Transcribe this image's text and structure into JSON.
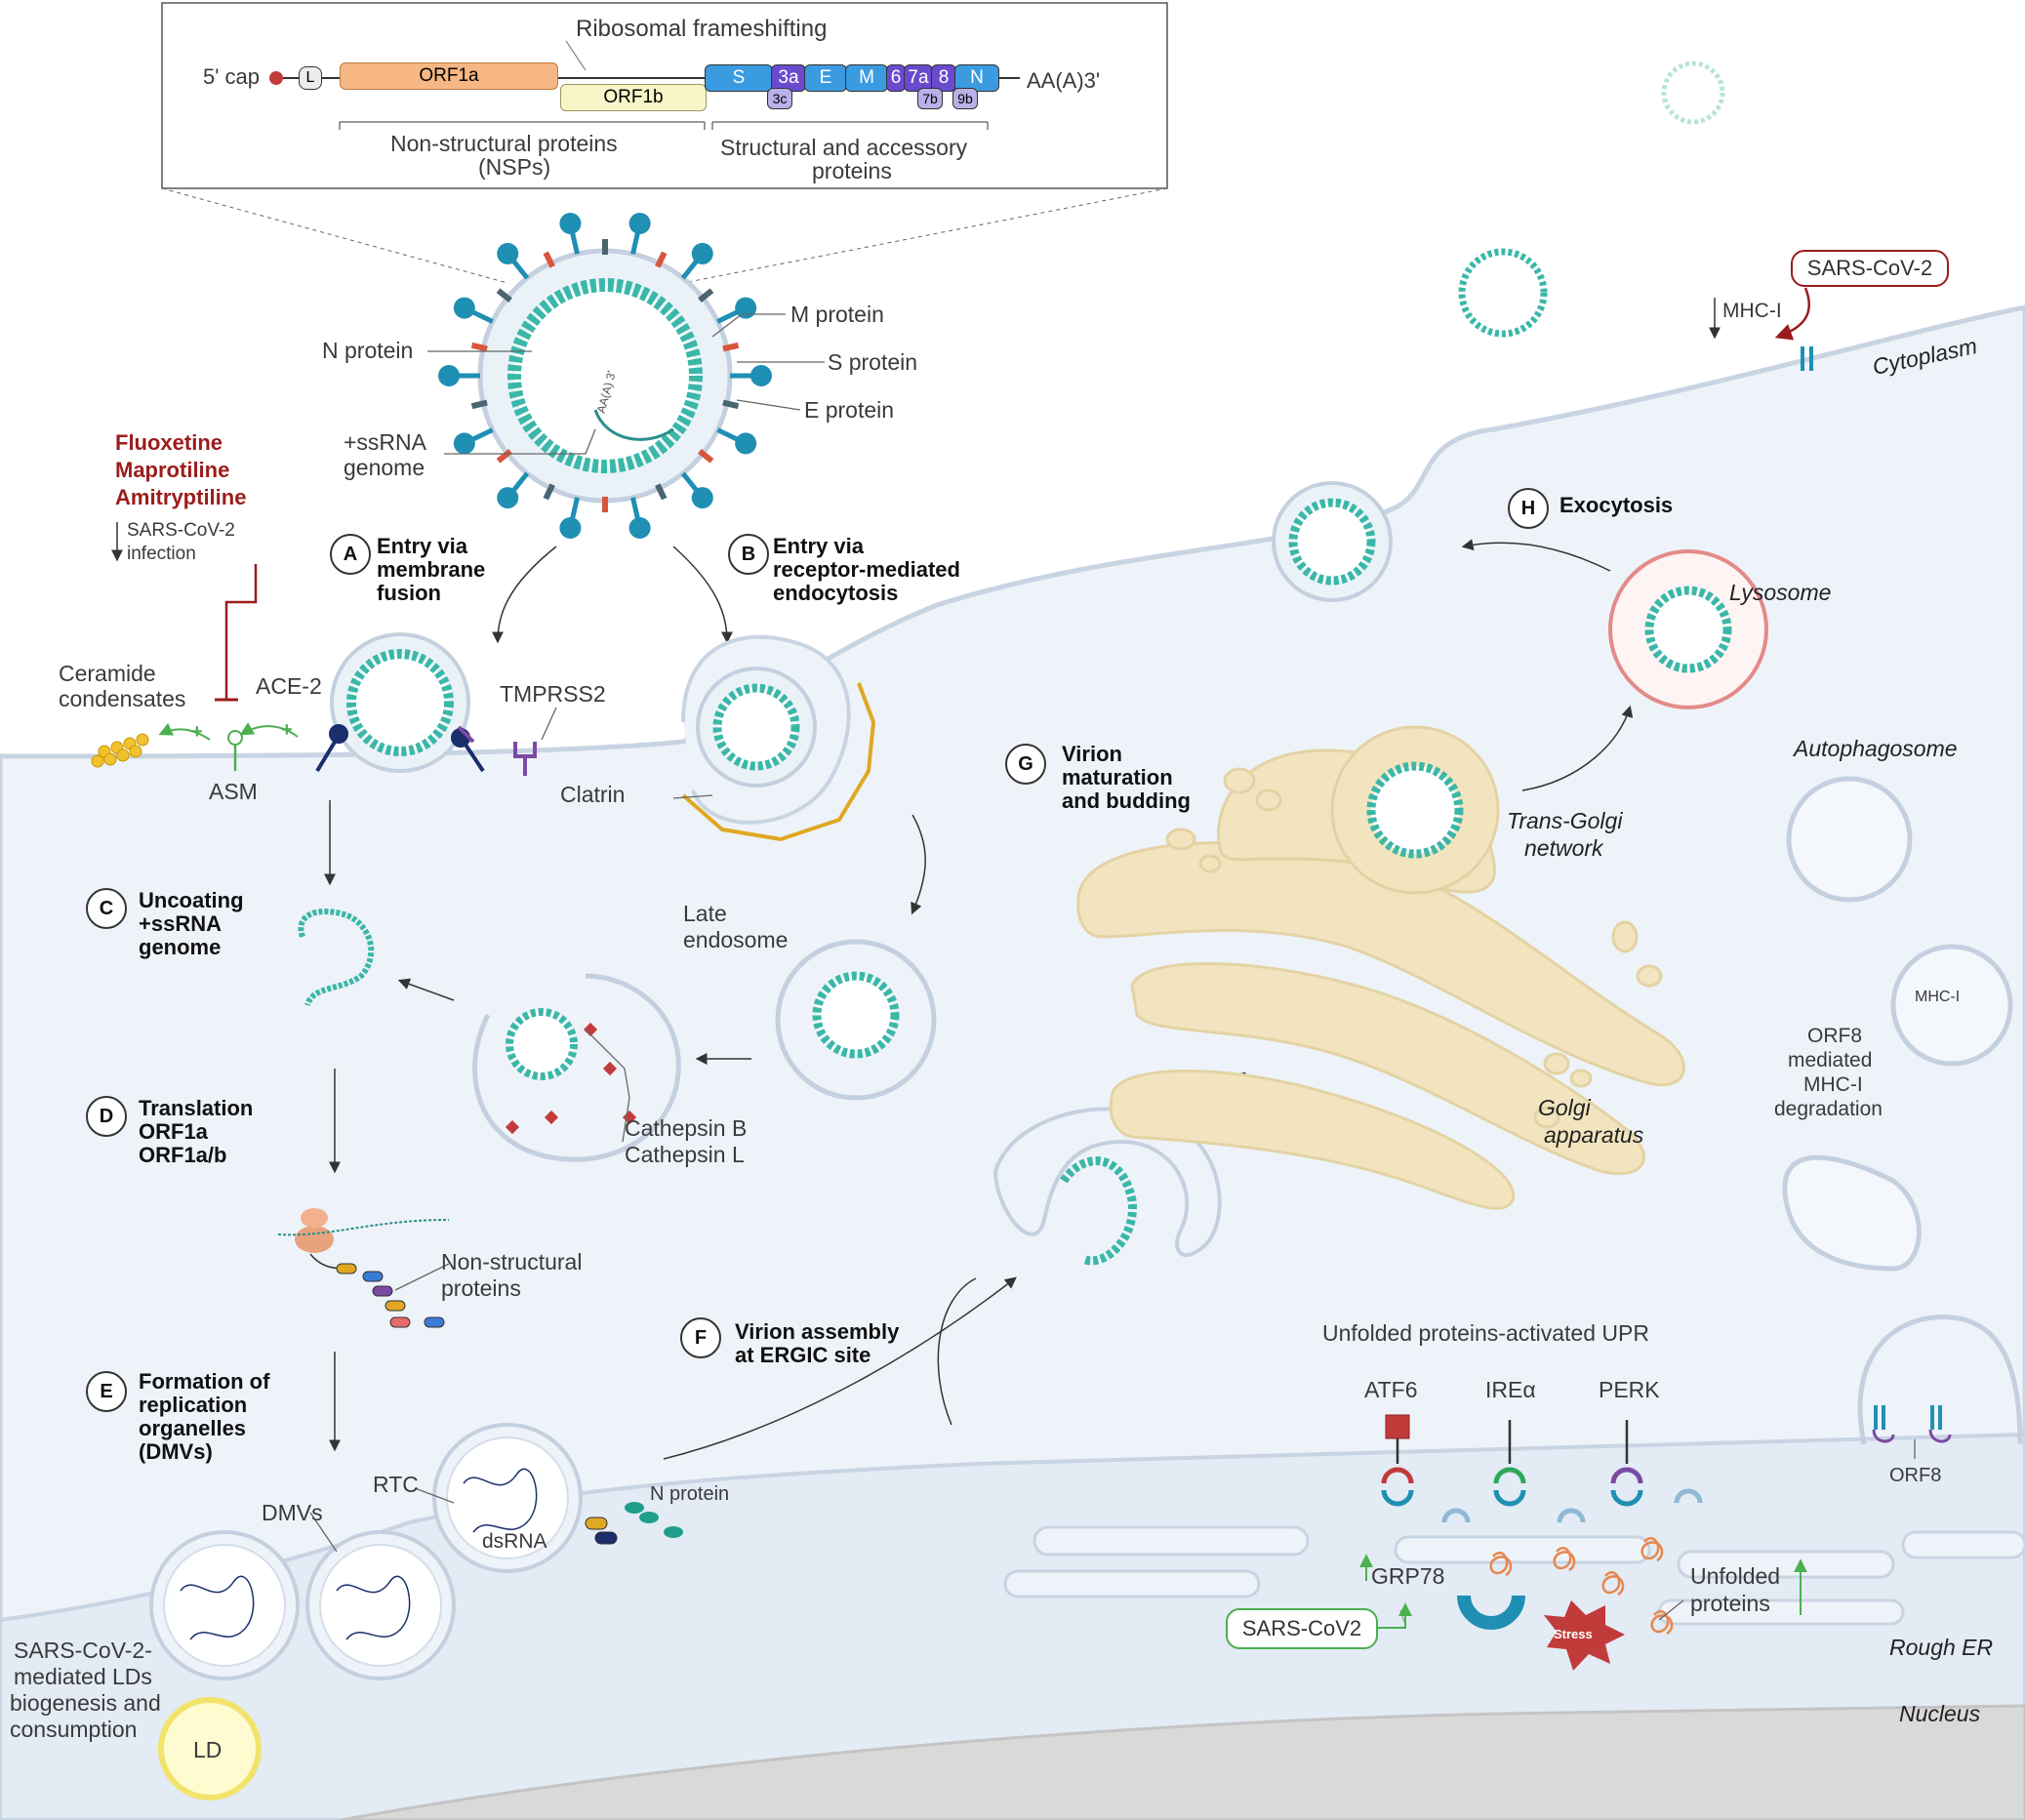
{
  "genome": {
    "five_cap": "5' cap",
    "leader": "L",
    "orf1a": "ORF1a",
    "orf1b": "ORF1b",
    "frameshift": "Ribosomal frameshifting",
    "genes": [
      "S",
      "3a",
      "E",
      "M",
      "6",
      "7a",
      "8",
      "N"
    ],
    "sub_genes": [
      "3c",
      "7b",
      "9b"
    ],
    "tail": "AA(A)3'",
    "nsp_label": "Non-structural proteins\n(NSPs)",
    "nsp_line1": "Non-structural proteins",
    "nsp_line2": "(NSPs)",
    "struct_line1": "Structural and accessory",
    "struct_line2": "proteins"
  },
  "virion": {
    "n_protein": "N protein",
    "m_protein": "M protein",
    "s_protein": "S protein",
    "e_protein": "E protein",
    "ssrna_1": "+ssRNA",
    "ssrna_2": "genome",
    "polya": "AA(A) 3'"
  },
  "drugs": {
    "d1": "Fluoxetine",
    "d2": "Maprotiline",
    "d3": "Amitryptiline",
    "effect_1": "SARS-CoV-2",
    "effect_2": "infection"
  },
  "steps": {
    "A": {
      "letter": "A",
      "l1": "Entry via",
      "l2": "membrane",
      "l3": "fusion"
    },
    "B": {
      "letter": "B",
      "l1": "Entry via",
      "l2": "receptor-mediated",
      "l3": "endocytosis"
    },
    "C": {
      "letter": "C",
      "l1": "Uncoating",
      "l2": "+ssRNA",
      "l3": "genome"
    },
    "D": {
      "letter": "D",
      "l1": "Translation",
      "l2": "ORF1a",
      "l3": "ORF1a/b"
    },
    "E": {
      "letter": "E",
      "l1": "Formation of",
      "l2": "replication",
      "l3": "organelles",
      "l4": "(DMVs)"
    },
    "F": {
      "letter": "F",
      "l1": "Virion assembly",
      "l2": "at ERGIC site"
    },
    "G": {
      "letter": "G",
      "l1": "Virion",
      "l2": "maturation",
      "l3": "and budding"
    },
    "H": {
      "letter": "H",
      "l1": "Exocytosis"
    }
  },
  "labels": {
    "ceramide_1": "Ceramide",
    "ceramide_2": "condensates",
    "ace2": "ACE-2",
    "tmprss2": "TMPRSS2",
    "asm": "ASM",
    "clatrin": "Clatrin",
    "late_endo_1": "Late",
    "late_endo_2": "endosome",
    "cathepsin_b": "Cathepsin B",
    "cathepsin_l": "Cathepsin L",
    "nsp_1": "Non-structural",
    "nsp_2": "proteins",
    "rtc": "RTC",
    "dsrna": "dsRNA",
    "n_protein": "N protein",
    "dmvs": "DMVs",
    "ld_1": "SARS-CoV-2-",
    "ld_2": "mediated LDs",
    "ld_3": "biogenesis and",
    "ld_4": "consumption",
    "ld": "LD",
    "cytoplasm": "Cytoplasm",
    "lysosome": "Lysosome",
    "tgn_1": "Trans-Golgi",
    "tgn_2": "network",
    "golgi_1": "Golgi",
    "golgi_2": "apparatus",
    "autophagosome": "Autophagosome",
    "mhc_inner": "MHC-I",
    "orf8_1": "ORF8",
    "orf8_2": "mediated",
    "orf8_3": "MHC-I",
    "orf8_4": "degradation",
    "sars_box": "SARS-CoV-2",
    "mhc_down": "MHC-I",
    "upr_title": "Unfolded proteins-activated UPR",
    "atf6": "ATF6",
    "ire": "IREα",
    "perk": "PERK",
    "grp78": "GRP78",
    "sars_box2": "SARS-CoV2",
    "stress": "Stress",
    "unfolded_1": "Unfolded",
    "unfolded_2": "proteins",
    "orf8": "ORF8",
    "rough_er": "Rough ER",
    "nucleus": "Nucleus"
  },
  "colors": {
    "cytoplasm": "#eef3f9",
    "membrane": "#c9d4e3",
    "spike": "#1f8fb3",
    "capsid": "#3ab7a8",
    "golgi": "#f2e4bf",
    "nucleus": "#d9d9d9",
    "drug_red": "#9b1c1c",
    "arrow_green": "#4caf50"
  }
}
